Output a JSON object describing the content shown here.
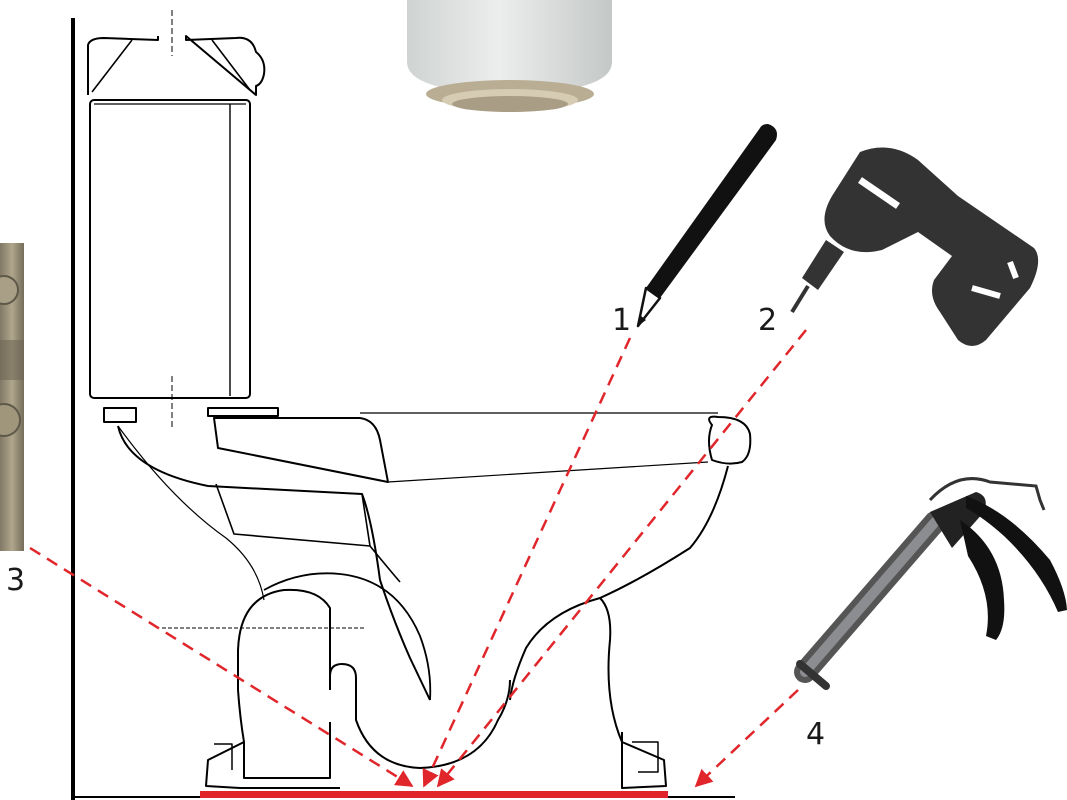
{
  "labels": {
    "step1": "1",
    "step2": "2",
    "step3": "3",
    "step4": "4"
  },
  "icons": {
    "pencil": "pencil-icon",
    "drill": "cordless-drill-icon",
    "caulk_gun": "caulk-gun-icon",
    "flange_pipe": "flange-pipe-photo",
    "screws": "screws-photo"
  },
  "colors": {
    "line": "#000000",
    "arrow": "#e0262b",
    "seal": "#e0262b",
    "icon_dark": "#333333",
    "pipe_body": "#e3e5e4",
    "pipe_rim": "#c9bfa8"
  }
}
